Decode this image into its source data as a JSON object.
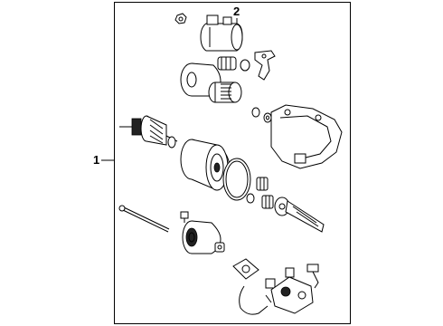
{
  "diagram": {
    "callouts": [
      {
        "id": "1",
        "label": "1"
      },
      {
        "id": "2",
        "label": "2"
      }
    ],
    "colors": {
      "line": "#000000",
      "background": "#ffffff",
      "shading": "#555555"
    }
  }
}
